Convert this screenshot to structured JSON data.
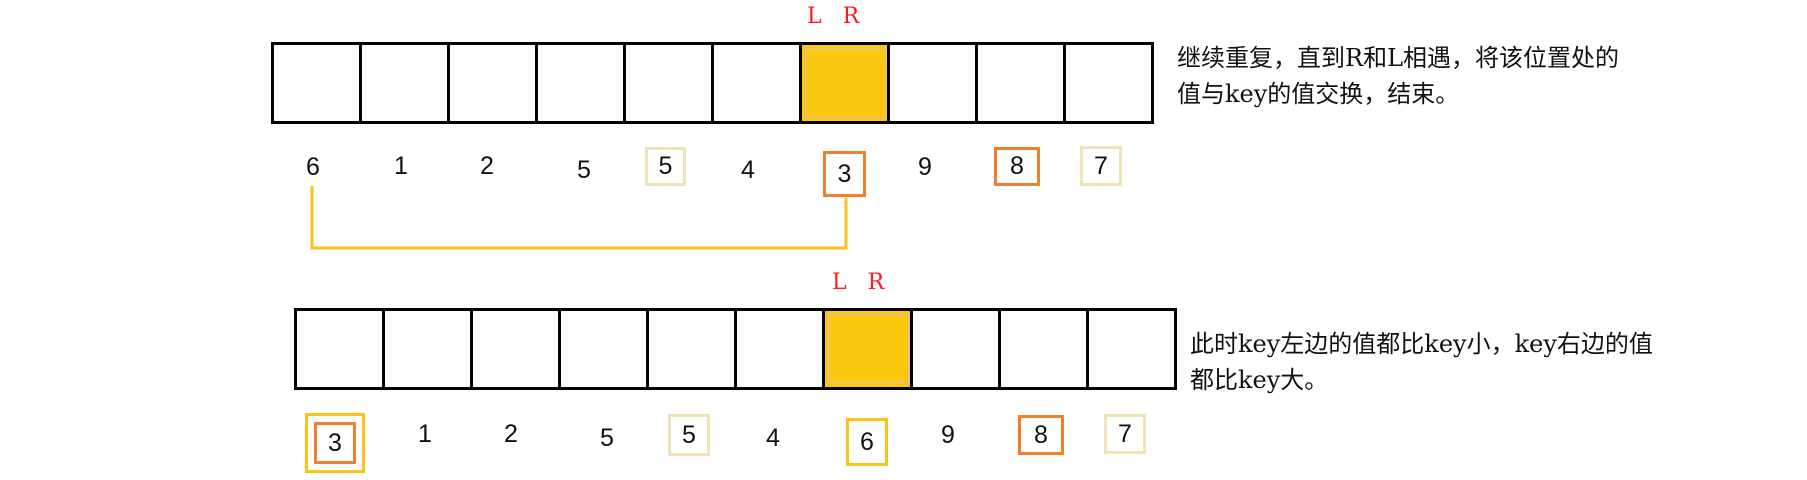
{
  "top": {
    "pointer_label": "L R",
    "cells_highlighted_index": 6,
    "values": [
      "6",
      "1",
      "2",
      "5",
      "5",
      "4",
      "3",
      "9",
      "8",
      "7"
    ],
    "note": "继续重复，直到R和L相遇，将该位置处的值与key的值交换，结束。",
    "note_line1": "继续重复，直到R和L相遇，将该位置处的",
    "note_line2": "值与key的值交换，结束。"
  },
  "bottom": {
    "pointer_label": "L R",
    "cells_highlighted_index": 6,
    "values": [
      "3",
      "1",
      "2",
      "5",
      "5",
      "4",
      "6",
      "9",
      "8",
      "7"
    ],
    "note_line1": "此时key左边的值都比key小，key右边的值",
    "note_line2": "都比key大。"
  },
  "colors": {
    "highlight_fill": "#fcc70f",
    "pointer_text": "#ff1a1a",
    "swap_connector": "#fcc219",
    "box_orange": "#f08030",
    "box_beige": "#f0e2b7"
  }
}
